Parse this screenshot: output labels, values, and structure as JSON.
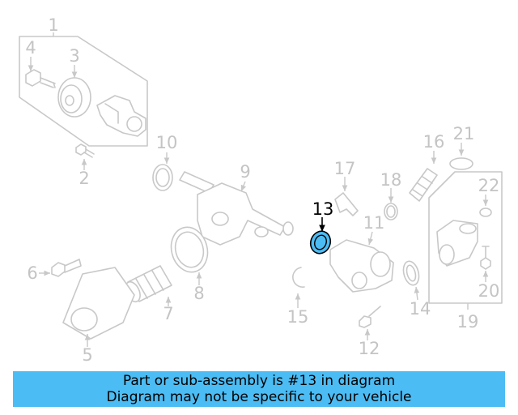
{
  "highlight_color": "#4cbcf4",
  "callouts": [
    "1",
    "2",
    "3",
    "4",
    "5",
    "6",
    "7",
    "8",
    "9",
    "10",
    "11",
    "12",
    "13",
    "14",
    "15",
    "16",
    "17",
    "18",
    "19",
    "20",
    "21",
    "22"
  ],
  "highlighted_callout": "13",
  "banner": {
    "line1": "Part or sub-assembly is #13 in diagram",
    "line2": "Diagram may not be specific to your vehicle"
  }
}
